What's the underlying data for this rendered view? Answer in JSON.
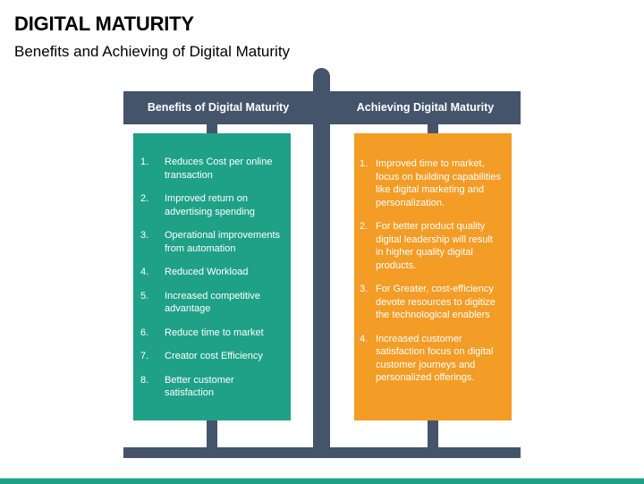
{
  "slide": {
    "title": "DIGITAL MATURITY",
    "subtitle": "Benefits and Achieving of Digital Maturity"
  },
  "colors": {
    "structure": "#44546A",
    "green_box": "#1FA187",
    "orange_box": "#F39C26",
    "footer": "#1FA187"
  },
  "left_panel": {
    "header": "Benefits of Digital Maturity",
    "items": [
      {
        "num": "1.",
        "text": "Reduces Cost per online transaction"
      },
      {
        "num": "2.",
        "text": "Improved return on advertising spending"
      },
      {
        "num": "3.",
        "text": "Operational improvements from automation"
      },
      {
        "num": "4.",
        "text": "Reduced Workload"
      },
      {
        "num": "5.",
        "text": "Increased competitive advantage"
      },
      {
        "num": "6.",
        "text": "Reduce time to market"
      },
      {
        "num": "7.",
        "text": "Creator cost Efficiency"
      },
      {
        "num": "8.",
        "text": "Better customer satisfaction"
      }
    ]
  },
  "right_panel": {
    "header": "Achieving Digital Maturity",
    "items": [
      {
        "num": "1.",
        "text": "Improved time to market, focus on building capabilities like digital marketing and personalization."
      },
      {
        "num": "2.",
        "text": "For better product quality digital leadership will result in higher quality digital products."
      },
      {
        "num": "3.",
        "text": "For Greater, cost-efficiency devote resources to digitize the technological enablers"
      },
      {
        "num": "4.",
        "text": "Increased customer satisfaction focus on digital customer journeys and personalized offerings."
      }
    ]
  }
}
